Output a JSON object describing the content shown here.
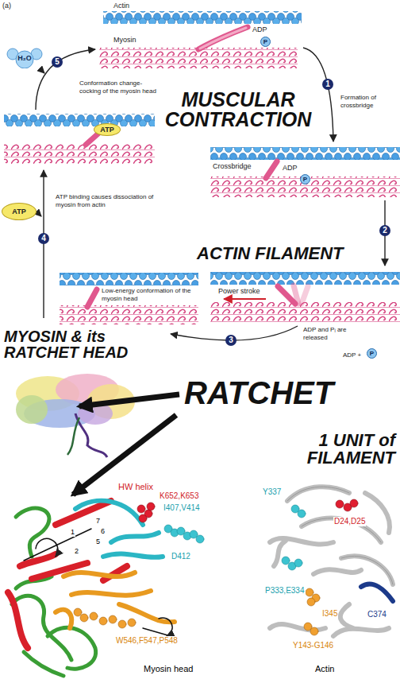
{
  "diagram": {
    "nodes": [
      {
        "text": [
          "P"
        ]
      },
      {
        "text": [
          "H₂O"
        ]
      },
      {
        "text": [
          "5"
        ]
      },
      {
        "text": [
          "1"
        ]
      },
      {
        "text": [
          "ATP"
        ]
      },
      {
        "text": [
          "P"
        ]
      },
      {
        "text": [
          "ATP"
        ]
      },
      {
        "text": [
          "4"
        ]
      },
      {
        "text": [
          "2"
        ]
      },
      {
        "text": [
          "3"
        ]
      },
      {
        "text": [
          "P"
        ]
      }
    ],
    "labels": [
      "(a)",
      "Actin",
      "Myosin",
      "ADP",
      "Conformation change-cocking of the myosin head",
      "MUSCULAR CONTRACTION",
      "Formation of crossbridge",
      "Crossbridge",
      "ADP",
      "ATP binding causes dissociation of myosin from actin",
      "ACTIN FILAMENT",
      "Power stroke",
      "ADP and Pᵢ are released",
      "ADP +",
      "Low-energy conformation of the myosin head",
      "MYOSIN & its RATCHET HEAD",
      "RATCHET",
      "1 UNIT of FILAMENT",
      "HW helix",
      "K652,K653",
      "I407,V414",
      "D412",
      "W546,F547,P548",
      "Myosin head",
      "7",
      "6",
      "5",
      "1",
      "2",
      "Y337",
      "D24,D25",
      "P333,E334",
      "I345",
      "C374",
      "Y143-G146",
      "Actin"
    ]
  }
}
